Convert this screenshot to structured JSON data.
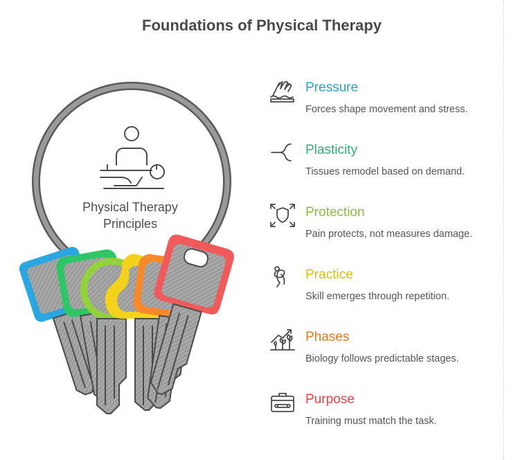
{
  "title": "Foundations of Physical Therapy",
  "center": {
    "line1": "Physical Therapy",
    "line2": "Principles",
    "icon": "massage-therapist-icon"
  },
  "keys": [
    {
      "color": "#2aa6e0"
    },
    {
      "color": "#30c566"
    },
    {
      "color": "#92d23a"
    },
    {
      "color": "#f2d21b"
    },
    {
      "color": "#f68a2a"
    },
    {
      "color": "#f15a5a"
    }
  ],
  "items": [
    {
      "title": "Pressure",
      "desc": "Forces shape movement and stress.",
      "color": "#29a3cc",
      "icon": "hand-pressure-icon"
    },
    {
      "title": "Plasticity",
      "desc": "Tissues remodel based on demand.",
      "color": "#2db36e",
      "icon": "branch-icon"
    },
    {
      "title": "Protection",
      "desc": "Pain protects, not measures damage.",
      "color": "#86c13a",
      "icon": "shield-icon"
    },
    {
      "title": "Practice",
      "desc": "Skill emerges through repetition.",
      "color": "#d9c015",
      "icon": "acrobat-icon"
    },
    {
      "title": "Phases",
      "desc": "Biology follows predictable stages.",
      "color": "#e07a24",
      "icon": "growth-icon"
    },
    {
      "title": "Purpose",
      "desc": "Training must match the task.",
      "color": "#e04646",
      "icon": "toolbox-icon"
    }
  ]
}
